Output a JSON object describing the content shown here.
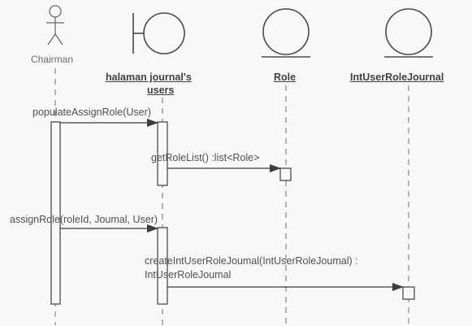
{
  "actor": {
    "name": "Chairman"
  },
  "lifelines": [
    {
      "name_line1": "halaman journal's",
      "name_line2": "users",
      "stereotype": "boundary"
    },
    {
      "name": "Role",
      "stereotype": "entity"
    },
    {
      "name": "IntUserRoleJournal",
      "stereotype": "entity"
    }
  ],
  "messages": [
    {
      "label": "populateAssignRole(User)"
    },
    {
      "label": "getRoleList() :list<Role>"
    },
    {
      "label": "assignRole(roleId, Joumal, User)"
    },
    {
      "label_line1": "createIntUserRoleJoumal(IntUserRoleJoumal) :",
      "label_line2": "IntUserRoleJoumal"
    }
  ],
  "colors": {
    "line": "#4a4a4a",
    "dash": "#707070",
    "text": "#3a3a3a",
    "background": "#f8f8f6"
  }
}
